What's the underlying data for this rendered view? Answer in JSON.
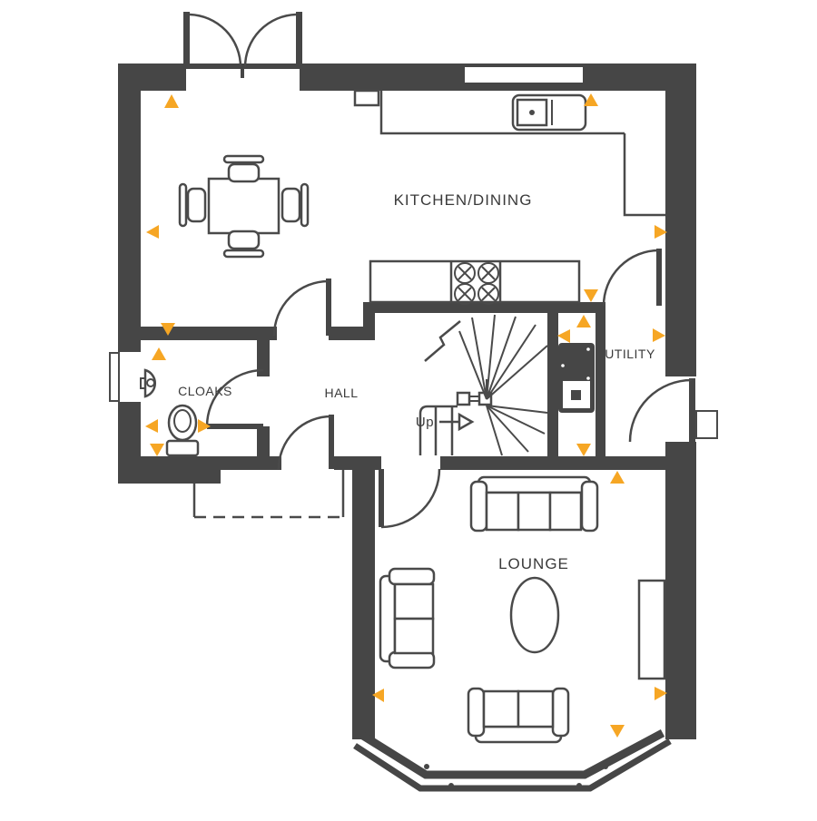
{
  "plan": {
    "type": "floor-plan",
    "rooms": {
      "kitchen_dining": "KITCHEN/DINING",
      "utility": "UTILITY",
      "cloaks": "CLOAKS",
      "hall": "HALL",
      "lounge": "LOUNGE"
    },
    "stairs": {
      "direction_label": "Up"
    },
    "symbols": [
      "french-doors",
      "kitchen-window",
      "cloaks-window",
      "bay-window",
      "kitchen-sink",
      "hob",
      "worktop",
      "tall-unit-recess",
      "dining-table",
      "dining-chairs",
      "washing-machine",
      "toilet",
      "basin",
      "stairs-up",
      "front-door",
      "porch-canopy",
      "sofa-3-seat",
      "sofa-2-seat",
      "coffee-table",
      "tv-unit",
      "door-swing-arcs",
      "direction-markers"
    ],
    "marker_count": 18
  },
  "colors": {
    "wall": "#464646",
    "line": "#4a4a4a",
    "accent": "#F6A624",
    "text": "#3a3a3a",
    "bg": "#ffffff"
  }
}
